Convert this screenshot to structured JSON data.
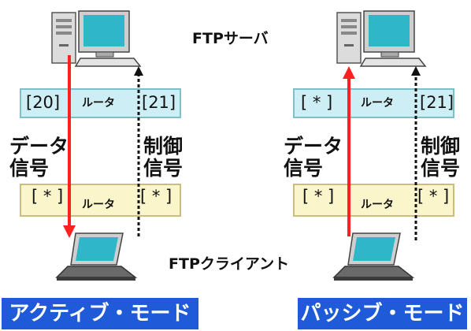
{
  "server_label": "FTPサーバ",
  "client_label": "FTPクライアント",
  "active": {
    "mode_label": "アクティブ・モード",
    "top_router": {
      "left_port": "[20]",
      "label": "ルータ",
      "right_port": "[21]"
    },
    "bottom_router": {
      "left_port": "[ * ]",
      "label": "ルータ",
      "right_port": "[ * ]"
    },
    "data_signal": [
      "データ",
      "信号"
    ],
    "control_signal": [
      "制御",
      "信号"
    ]
  },
  "passive": {
    "mode_label": "パッシブ・モード",
    "top_router": {
      "left_port": "[ * ]",
      "label": "ルータ",
      "right_port": "[21]"
    },
    "bottom_router": {
      "left_port": "[ * ]",
      "label": "ルータ",
      "right_port": "[ * ]"
    },
    "data_signal": [
      "データ",
      "信号"
    ],
    "control_signal": [
      "制御",
      "信号"
    ]
  },
  "colors": {
    "data_arrow": "#ff2020",
    "control_arrow": "#111111",
    "mode_bg": "#1f5bd9",
    "router_top_bg": "#cdeef4",
    "router_bottom_bg": "#fbf5cc"
  }
}
